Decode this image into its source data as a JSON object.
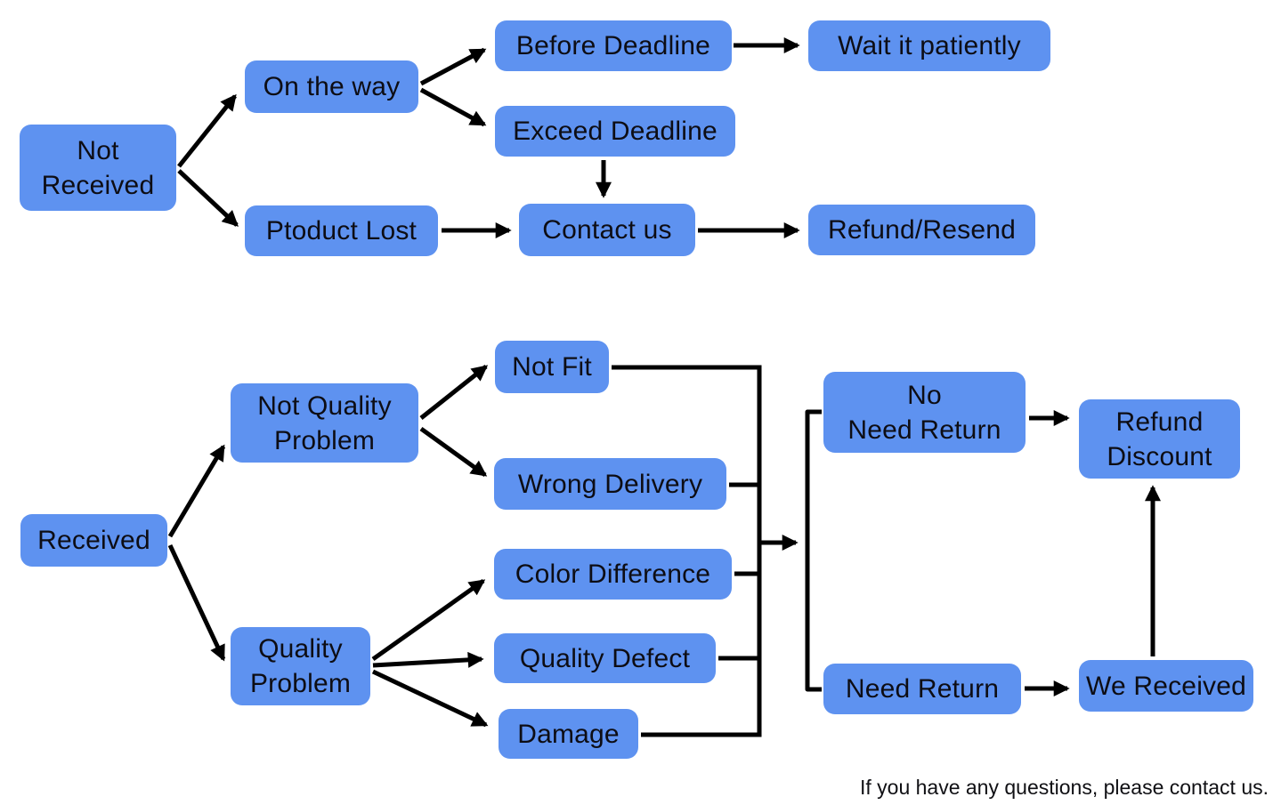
{
  "colors": {
    "background": "#FFFFFF",
    "node_fill": "#5E92F0",
    "node_text": "#0D0D14",
    "edge_color": "#000000"
  },
  "nodes": {
    "not_received": {
      "label": "Not\nReceived"
    },
    "on_the_way": {
      "label": "On the way"
    },
    "before_deadline": {
      "label": "Before Deadline"
    },
    "wait_it_patiently": {
      "label": "Wait it patiently"
    },
    "exceed_deadline": {
      "label": "Exceed Deadline"
    },
    "ptoduct_lost": {
      "label": "Ptoduct Lost"
    },
    "contact_us": {
      "label": "Contact us"
    },
    "refund_resend": {
      "label": "Refund/Resend"
    },
    "received": {
      "label": "Received"
    },
    "not_quality_problem": {
      "label": "Not Quality\nProblem"
    },
    "not_fit": {
      "label": "Not Fit"
    },
    "wrong_delivery": {
      "label": "Wrong Delivery"
    },
    "quality_problem": {
      "label": "Quality\nProblem"
    },
    "color_difference": {
      "label": "Color Difference"
    },
    "quality_defect": {
      "label": "Quality Defect"
    },
    "damage": {
      "label": "Damage"
    },
    "no_need_return": {
      "label": "No\nNeed Return"
    },
    "refund_discount": {
      "label": "Refund\nDiscount"
    },
    "need_return": {
      "label": "Need Return"
    },
    "we_received": {
      "label": "We Received"
    }
  },
  "edges": [
    {
      "from": "not_received",
      "to": "on_the_way",
      "arrow": true
    },
    {
      "from": "not_received",
      "to": "ptoduct_lost",
      "arrow": true
    },
    {
      "from": "on_the_way",
      "to": "before_deadline",
      "arrow": true
    },
    {
      "from": "on_the_way",
      "to": "exceed_deadline",
      "arrow": true
    },
    {
      "from": "before_deadline",
      "to": "wait_it_patiently",
      "arrow": true
    },
    {
      "from": "exceed_deadline",
      "to": "contact_us",
      "arrow": true
    },
    {
      "from": "ptoduct_lost",
      "to": "contact_us",
      "arrow": true
    },
    {
      "from": "contact_us",
      "to": "refund_resend",
      "arrow": true
    },
    {
      "from": "received",
      "to": "not_quality_problem",
      "arrow": true
    },
    {
      "from": "received",
      "to": "quality_problem",
      "arrow": true
    },
    {
      "from": "not_quality_problem",
      "to": "not_fit",
      "arrow": true
    },
    {
      "from": "not_quality_problem",
      "to": "wrong_delivery",
      "arrow": true
    },
    {
      "from": "quality_problem",
      "to": "color_difference",
      "arrow": true
    },
    {
      "from": "quality_problem",
      "to": "quality_defect",
      "arrow": true
    },
    {
      "from": "quality_problem",
      "to": "damage",
      "arrow": true
    },
    {
      "from": "not_fit",
      "to": "merge-line",
      "arrow": false
    },
    {
      "from": "wrong_delivery",
      "to": "merge-line",
      "arrow": false
    },
    {
      "from": "color_difference",
      "to": "merge-line",
      "arrow": false
    },
    {
      "from": "quality_defect",
      "to": "merge-line",
      "arrow": false
    },
    {
      "from": "damage",
      "to": "merge-line",
      "arrow": false
    },
    {
      "from": "merge-line",
      "to": "return-branch",
      "arrow": true
    },
    {
      "from": "return-branch",
      "to": "no_need_return",
      "arrow": false
    },
    {
      "from": "return-branch",
      "to": "need_return",
      "arrow": false
    },
    {
      "from": "no_need_return",
      "to": "refund_discount",
      "arrow": true
    },
    {
      "from": "need_return",
      "to": "we_received",
      "arrow": true
    },
    {
      "from": "we_received",
      "to": "refund_discount",
      "arrow": true
    }
  ],
  "footer": {
    "text": "If you have any questions, please contact us."
  }
}
